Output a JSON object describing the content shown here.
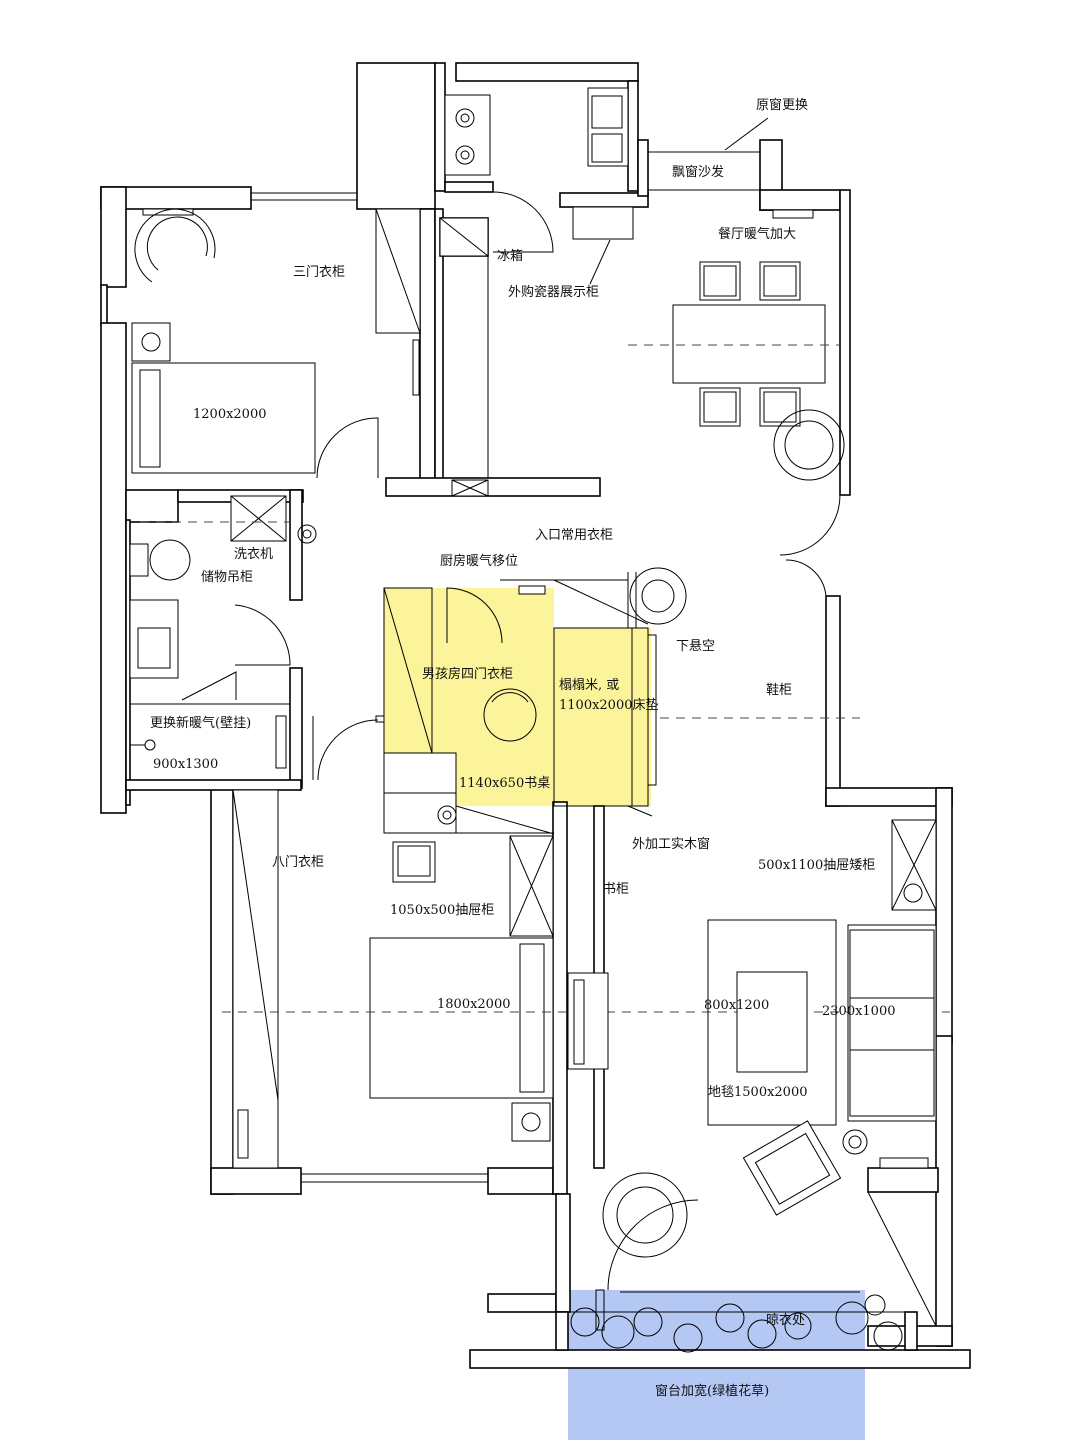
{
  "colors": {
    "kids_room_highlight": "#fbf49a",
    "drying_area_highlight": "#b4c8f3",
    "walls": "#000000",
    "background": "#ffffff"
  },
  "labels": {
    "window_replace": "原窗更换",
    "bay_sofa": "飘窗沙发",
    "dining_heater": "餐厅暖气加大",
    "fridge": "冰箱",
    "porcelain_cabinet": "外购瓷器展示柜",
    "three_door_wardrobe": "三门衣柜",
    "bed_small": "1200x2000",
    "entry_wardrobe": "入口常用衣柜",
    "kitchen_heater_move": "厨房暖气移位",
    "washer": "洗衣机",
    "storage_cabinet": "储物吊柜",
    "hang_below_empty": "下悬空",
    "boy_wardrobe": "男孩房四门衣柜",
    "tatami_line1": "榻榻米, 或",
    "tatami_line2": "1100x2000床垫",
    "shoe_cabinet": "鞋柜",
    "new_heater_wall": "更换新暖气(壁挂)",
    "bath_size": "900x1300",
    "desk": "1140x650书桌",
    "wood_window": "外加工实木窗",
    "eight_door_wardrobe": "八门衣柜",
    "low_drawer_cabinet": "500x1100抽屉矮柜",
    "bookcase": "书柜",
    "drawer_cabinet": "1050x500抽屉柜",
    "bed_master": "1800x2000",
    "coffee_table": "800x1200",
    "sofa": "2300x1000",
    "carpet": "地毯1500x2000",
    "drying_area": "晾衣处",
    "windowsill": "窗台加宽(绿植花草)"
  }
}
